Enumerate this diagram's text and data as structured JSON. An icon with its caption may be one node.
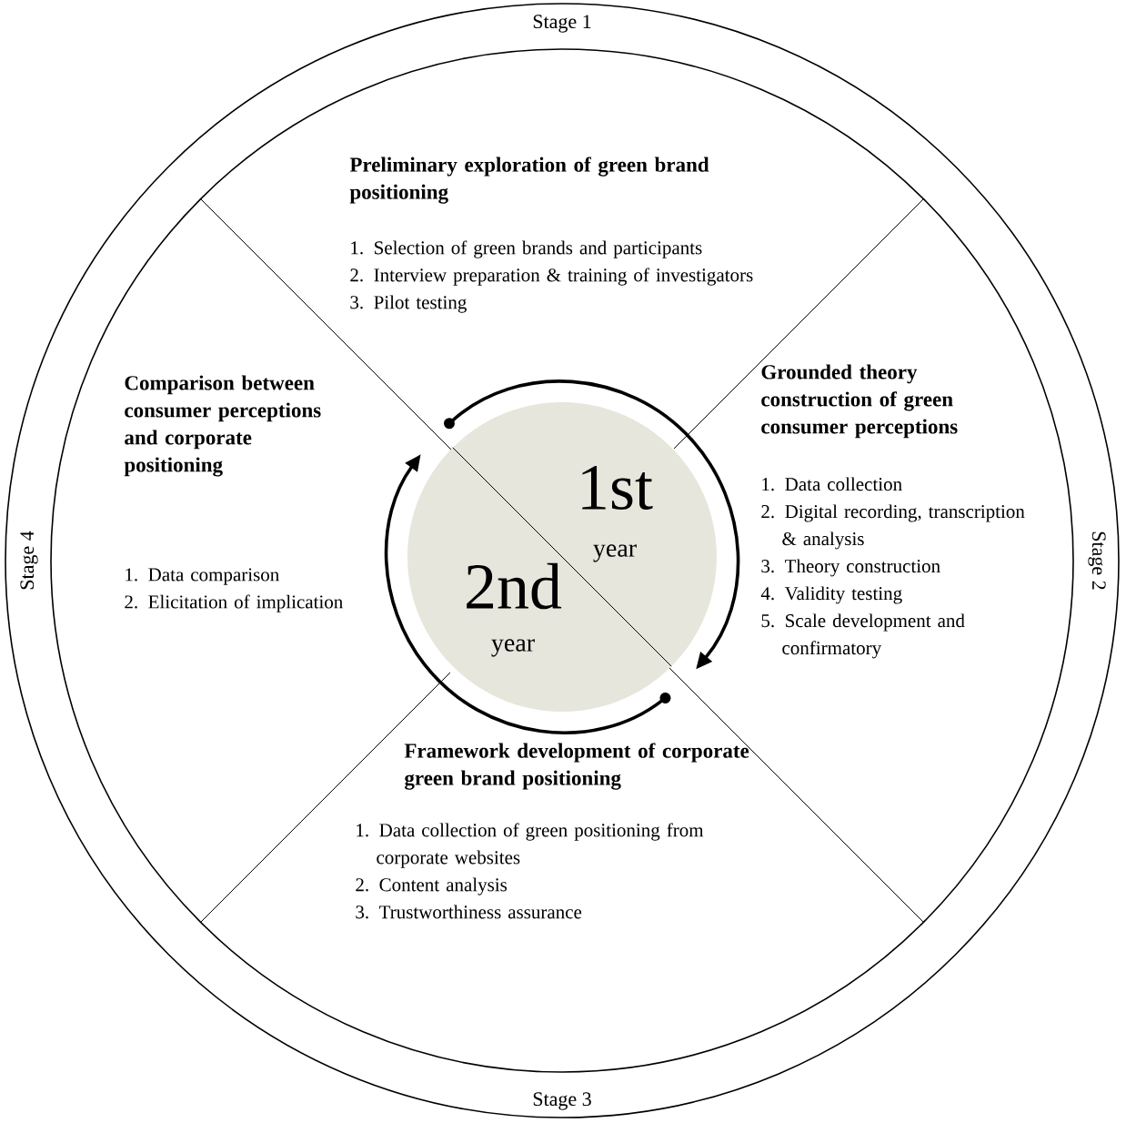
{
  "diagram": {
    "nodes": [
      {
        "text": [
          "1st",
          "year",
          "2nd",
          "year"
        ]
      },
      {
        "text": [
          "Preliminary exploration of green brand positioning",
          "1. Selection of green brands and participants",
          "2. Interview preparation & training of investigators",
          "3. Pilot testing"
        ]
      },
      {
        "text": [
          "Grounded theory construction of green consumer perceptions",
          "1. Data collection",
          "2. Digital recording, transcription & analysis",
          "3. Theory construction",
          "4. Validity testing",
          "5. Scale development and confirmatory"
        ]
      },
      {
        "text": [
          "Framework development of corporate green brand positioning",
          "1. Data collection of green positioning from corporate websites",
          "2. Content analysis",
          "3. Trustworthiness assurance"
        ]
      },
      {
        "text": [
          "Comparison between consumer perceptions and corporate positioning",
          "1. Data comparison",
          "2. Elicitation of implication"
        ]
      }
    ],
    "labels": [
      "Stage 1",
      "Stage 4",
      "Stage 2",
      "Stage 3"
    ]
  }
}
